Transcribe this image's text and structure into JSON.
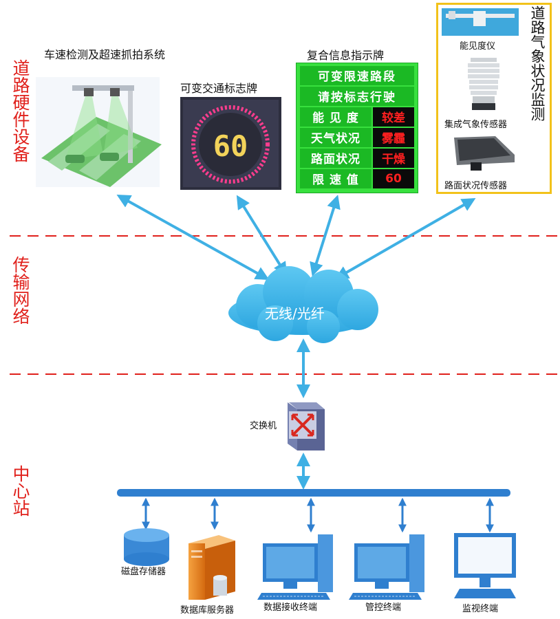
{
  "zones": {
    "hardware": "道路硬件设备",
    "network": "传输网络",
    "center": "中心站"
  },
  "devices": {
    "speed_camera": "车速检测及超速抓拍系统",
    "variable_sign": "可变交通标志牌",
    "sign_number": "60",
    "info_board_title": "复合信息指示牌",
    "weather_title": "道路气象状况监测",
    "visibility_meter": "能见度仪",
    "integrated_sensor": "集成气象传感器",
    "road_sensor": "路面状况传感器"
  },
  "info_board": {
    "rows": [
      {
        "label": "可变限速路段",
        "value": ""
      },
      {
        "label": "请按标志行驶",
        "value": ""
      },
      {
        "label": "能 见 度",
        "value": "较差"
      },
      {
        "label": "天气状况",
        "value": "雾霾"
      },
      {
        "label": "路面状况",
        "value": "干燥"
      },
      {
        "label": "限 速 值",
        "value": "60"
      }
    ]
  },
  "network": {
    "cloud": "无线/光纤",
    "switch": "交换机"
  },
  "center": {
    "disk": "磁盘存储器",
    "db_server": "数据库服务器",
    "data_terminal": "数据接收终端",
    "control_terminal": "管控终端",
    "monitor_terminal": "监视终端"
  },
  "colors": {
    "zone_label": "#e0201b",
    "divider": "#e0201b",
    "arrow": "#3fb0e4",
    "bus": "#2f7fcf",
    "board_green": "#38e03e",
    "weather_frame": "#f2c21a"
  }
}
